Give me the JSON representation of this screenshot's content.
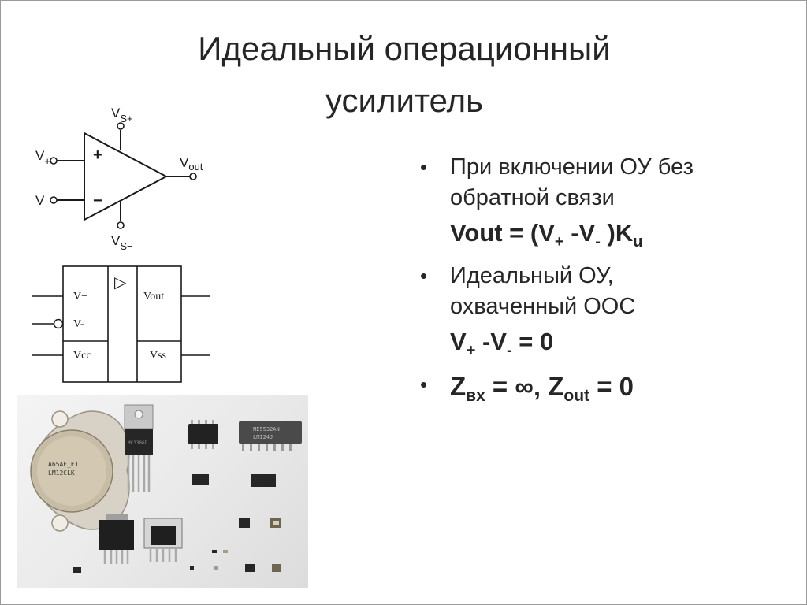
{
  "title": {
    "line1": "Идеальный операционный",
    "line2": "усилитель"
  },
  "opamp_symbol": {
    "vs_plus": "V",
    "vs_plus_sub": "S+",
    "vs_minus": "V",
    "vs_minus_sub": "S−",
    "v_plus": "V",
    "v_plus_sub": "+",
    "v_minus": "V",
    "v_minus_sub": "−",
    "plus_sign": "+",
    "minus_sign": "−",
    "vout": "V",
    "vout_sub": "out"
  },
  "block_symbol": {
    "pin1": "V−",
    "pin2": "V-",
    "pin3": "Vcc",
    "vout": "Vout",
    "vss": "Vss",
    "triangle": "▷"
  },
  "bullets": [
    {
      "text_line1": "При включении ОУ без",
      "text_line2": "обратной связи",
      "formula": {
        "a": "Vout = (V",
        "a_sub": "+",
        "b": " -V",
        "b_sub": "-",
        "c": " )K",
        "c_sub": "u"
      }
    },
    {
      "text_line1": "Идеальный ОУ,",
      "text_line2": "охваченный ООС",
      "formula": {
        "a": "V",
        "a_sub": "+",
        "b": " -V",
        "b_sub": "-",
        "c": " = 0"
      }
    },
    {
      "z_a": "Z",
      "z_a_sub": "вх",
      "z_b": " = ∞, Z",
      "z_b_sub": "out",
      "z_c": " = 0"
    }
  ],
  "photo": {
    "chip1_line1": "A65AF_E1",
    "chip1_line2": "LM12CLK",
    "chip2": "MC3386D",
    "chip3_line1": "NE5532AN",
    "chip3_line2": "LM124J"
  },
  "bullet_glyph": "•"
}
